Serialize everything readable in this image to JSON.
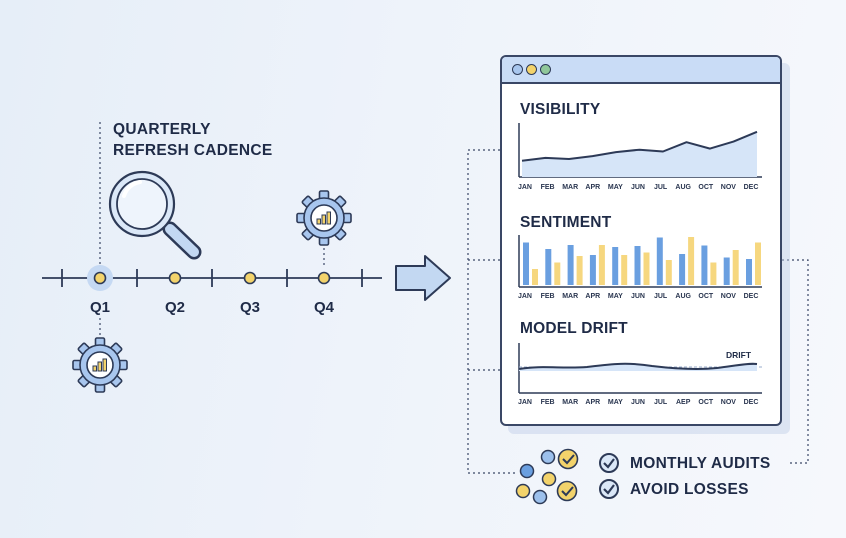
{
  "cadence": {
    "line1": "QUARTERLY",
    "line2": "REFRESH CADENCE"
  },
  "quarters": [
    {
      "label": "Q1",
      "active": true
    },
    {
      "label": "Q2",
      "active": false
    },
    {
      "label": "Q3",
      "active": false
    },
    {
      "label": "Q4",
      "active": false
    }
  ],
  "dashboard": {
    "visibility": {
      "title": "VISIBILITY",
      "months": [
        "JAN",
        "FEB",
        "MAR",
        "APR",
        "MAY",
        "JUN",
        "JUL",
        "AUG",
        "OCT",
        "NOV",
        "DEC"
      ],
      "values": [
        28,
        33,
        31,
        36,
        43,
        47,
        44,
        60,
        49,
        61,
        78
      ]
    },
    "sentiment": {
      "title": "SENTIMENT",
      "months": [
        "JAN",
        "FEB",
        "MAR",
        "APR",
        "MAY",
        "JUN",
        "JUL",
        "AUG",
        "OCT",
        "NOV",
        "DEC"
      ],
      "blue": [
        85,
        72,
        80,
        60,
        76,
        78,
        95,
        62,
        79,
        55,
        52
      ],
      "yellow": [
        32,
        45,
        58,
        80,
        60,
        65,
        50,
        96,
        45,
        70,
        85
      ]
    },
    "drift": {
      "title": "MODEL DRIFT",
      "label": "DRIFT",
      "months": [
        "JAN",
        "FEB",
        "MAR",
        "APR",
        "MAY",
        "JUN",
        "JUL",
        "AEP",
        "OCT",
        "NOV",
        "DEC"
      ]
    }
  },
  "checks": [
    {
      "label": "MONTHLY AUDITS"
    },
    {
      "label": "AVOID LOSSES"
    }
  ],
  "colors": {
    "blue": "#6a9fe0",
    "yellow": "#f6d77f",
    "ink": "#2d3a57",
    "fill": "#d6e5f8",
    "dot": "#f3d36b"
  }
}
